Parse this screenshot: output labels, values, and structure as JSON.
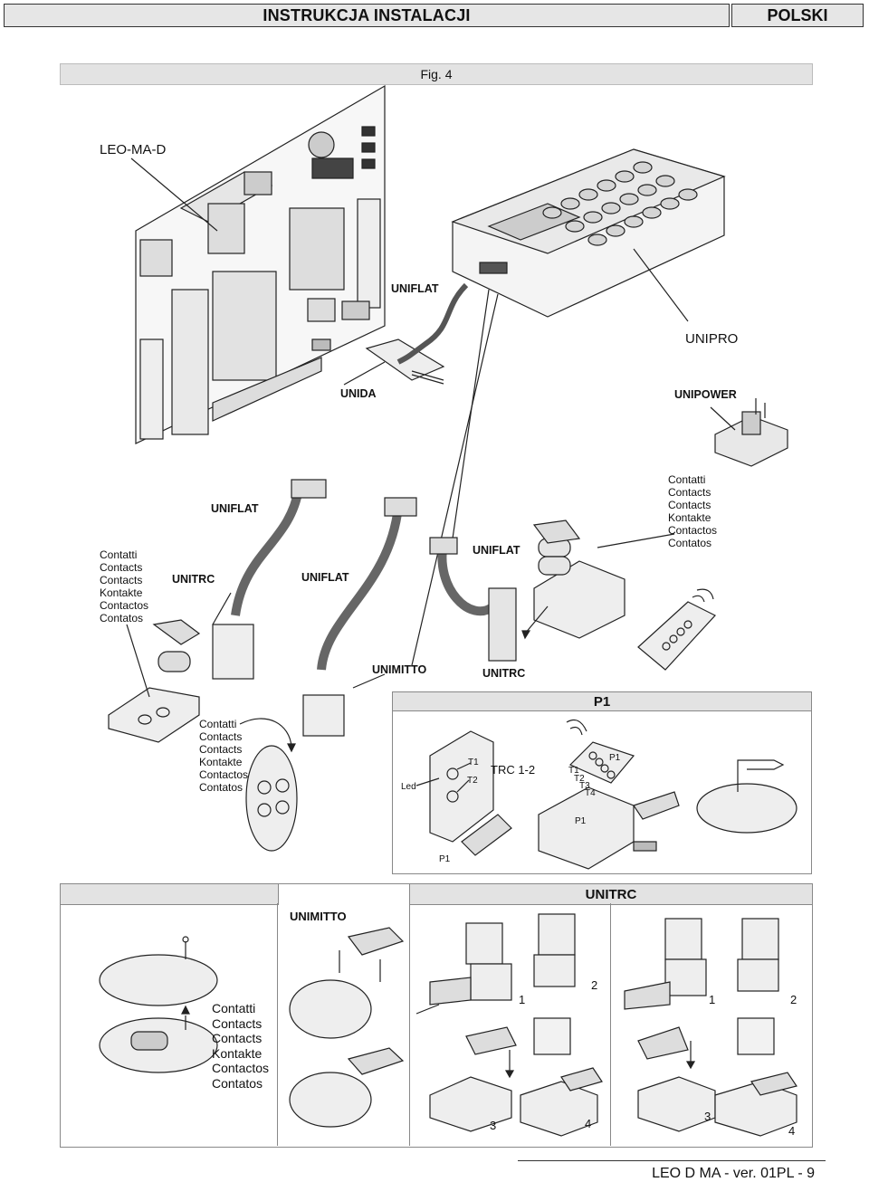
{
  "header": {
    "title": "INSTRUKCJA INSTALACJI",
    "language": "POLSKI"
  },
  "figure": {
    "caption": "Fig. 4"
  },
  "labels": {
    "leo_ma_d": "LEO-MA-D",
    "uniflat_top": "UNIFLAT",
    "unipro": "UNIPRO",
    "unida": "UNIDA",
    "unipower": "UNIPOWER",
    "uniflat_a": "UNIFLAT",
    "uniflat_b": "UNIFLAT",
    "uniflat_c": "UNIFLAT",
    "unitrc_left": "UNITRC",
    "unimitto_mid": "UNIMITTO",
    "unitrc_mid": "UNITRC",
    "p1_title": "P1",
    "led": "Led",
    "t1": "T1",
    "t2": "T2",
    "trc": "TRC 1-2",
    "p1_bottom": "P1",
    "p1_remote": "P1",
    "t1r": "T1",
    "t2r": "T2",
    "t3r": "T3",
    "t4r": "T4",
    "p1_module": "P1"
  },
  "contacts": [
    "Contatti",
    "Contacts",
    "Contacts",
    "Kontakte",
    "Contactos",
    "Contatos"
  ],
  "bottom": {
    "unitrc_title": "UNITRC",
    "unimitto_title": "UNIMITTO",
    "steps": [
      "1",
      "2",
      "3",
      "4",
      "1",
      "2",
      "3",
      "4"
    ]
  },
  "footer": {
    "text": "LEO D MA - ver. 01PL - 9"
  }
}
